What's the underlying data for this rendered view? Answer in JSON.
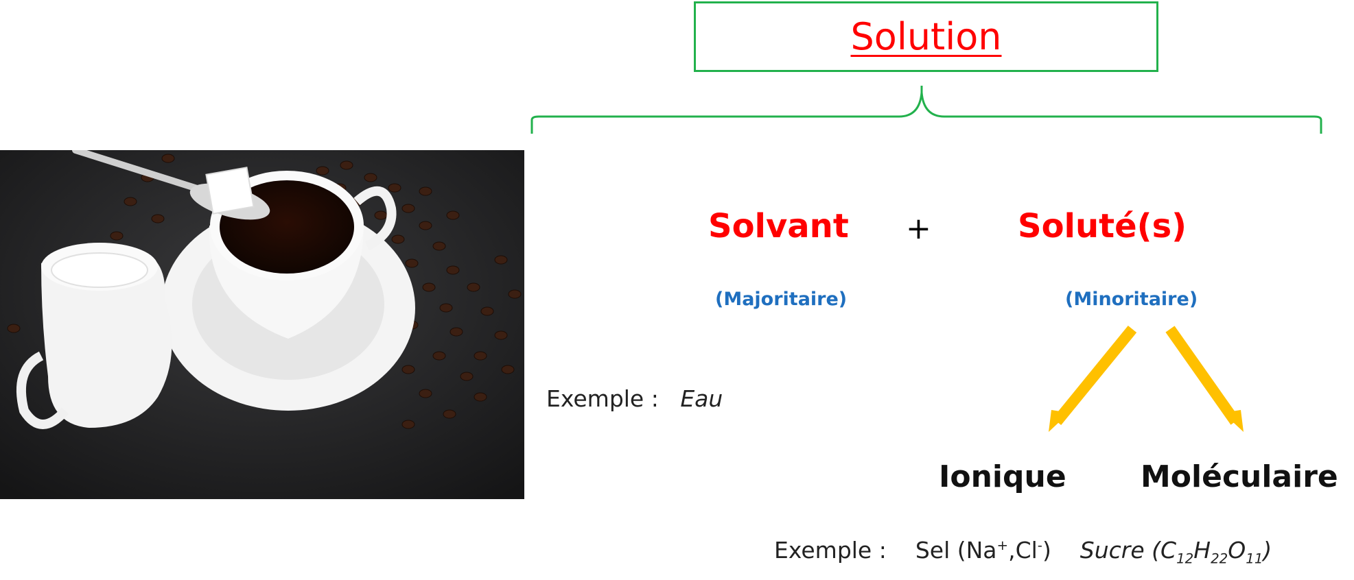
{
  "title": "Solution",
  "solvent": {
    "label": "Solvant",
    "qualifier": "(Majoritaire)",
    "example_label": "Exemple :",
    "example_value": "Eau"
  },
  "plus": "+",
  "solute": {
    "label": "Soluté(s)",
    "qualifier": "(Minoritaire)",
    "types": [
      "Ionique",
      "Moléculaire"
    ],
    "example_label": "Exemple :",
    "example_ionic": {
      "text": "Sel (Na",
      "sup1": "+",
      "mid": ",Cl",
      "sup2": "-",
      "end": ")"
    },
    "example_molecular": {
      "prefix": "Sucre (C",
      "s1": "12",
      "h": "H",
      "s2": "22",
      "o": "O",
      "s3": "11",
      "end": ")"
    }
  },
  "colors": {
    "title": "#ff0000",
    "box_border": "#22b14c",
    "qualifier": "#1f6fbf",
    "arrow": "#ffc000"
  },
  "photo": {
    "icon": "coffee-cup-photo"
  }
}
